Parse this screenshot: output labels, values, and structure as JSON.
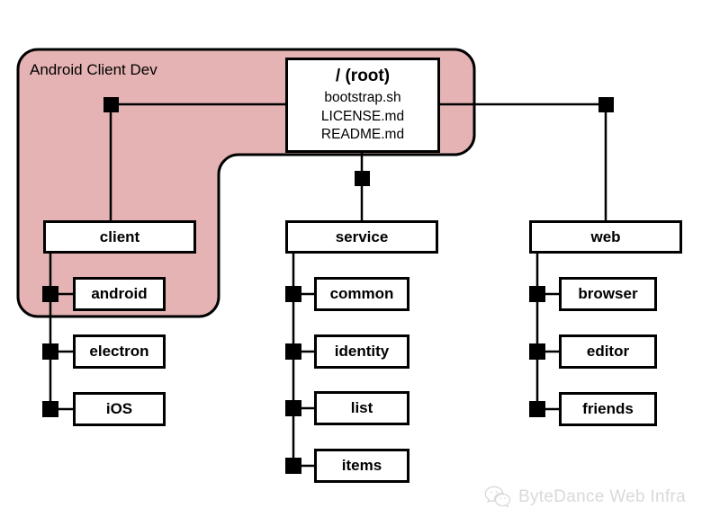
{
  "diagram": {
    "title_group": {
      "label": "Android Client Dev",
      "fill_color": "#e5b3b3",
      "border_color": "#000000"
    },
    "root_node": {
      "name": "root-node",
      "title": "/ (root)",
      "files": [
        "bootstrap.sh",
        "LICENSE.md",
        "README.md"
      ]
    },
    "columns": [
      {
        "key": "client",
        "parent_label": "client",
        "children": [
          {
            "label": "android"
          },
          {
            "label": "electron"
          },
          {
            "label": "iOS"
          }
        ]
      },
      {
        "key": "service",
        "parent_label": "service",
        "children": [
          {
            "label": "common"
          },
          {
            "label": "identity"
          },
          {
            "label": "list"
          },
          {
            "label": "items"
          }
        ]
      },
      {
        "key": "web",
        "parent_label": "web",
        "children": [
          {
            "label": "browser"
          },
          {
            "label": "editor"
          },
          {
            "label": "friends"
          }
        ]
      }
    ],
    "watermark": {
      "text": "ByteDance Web Infra",
      "icon": "wechat-icon",
      "color": "#d9d9d9"
    },
    "colors": {
      "node_fill": "#ffffff",
      "node_stroke": "#000000",
      "group_fill": "#e5b3b3",
      "connector": "#000000"
    }
  }
}
